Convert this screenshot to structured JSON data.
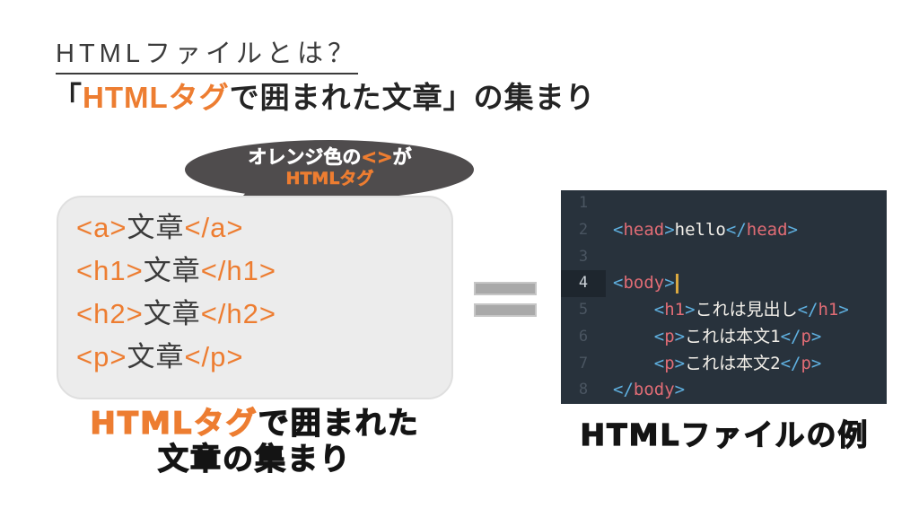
{
  "header": {
    "title": "HTMLファイルとは？",
    "subtitle_open": "「",
    "subtitle_highlight": "HTMLタグ",
    "subtitle_rest": "で囲まれた文章」の集まり"
  },
  "bubble": {
    "line1_before": "オレンジ色の",
    "line1_brackets": "<>",
    "line1_after": "が",
    "line2": "HTMLタグ"
  },
  "tag_box": {
    "lines": [
      {
        "open": "<a>",
        "body": "文章",
        "close": "</a>"
      },
      {
        "open": "<h1>",
        "body": "文章",
        "close": "</h1>"
      },
      {
        "open": "<h2>",
        "body": "文章",
        "close": "</h2>"
      },
      {
        "open": "<p>",
        "body": "文章",
        "close": "</p>"
      }
    ]
  },
  "editor": {
    "lines": [
      {
        "num": "1",
        "tokens": []
      },
      {
        "num": "2",
        "tokens": [
          {
            "text": "<",
            "color": "bracket"
          },
          {
            "text": "head",
            "color": "tag"
          },
          {
            "text": ">",
            "color": "bracket"
          },
          {
            "text": "hello",
            "color": "text"
          },
          {
            "text": "</",
            "color": "bracket"
          },
          {
            "text": "head",
            "color": "tag"
          },
          {
            "text": ">",
            "color": "bracket"
          }
        ]
      },
      {
        "num": "3",
        "tokens": []
      },
      {
        "num": "4",
        "current": true,
        "tokens": [
          {
            "text": "<",
            "color": "bracket"
          },
          {
            "text": "body",
            "color": "tag"
          },
          {
            "text": ">",
            "color": "bracket"
          },
          {
            "cursor": true
          }
        ]
      },
      {
        "num": "5",
        "tokens": [
          {
            "text": "    ",
            "color": "text"
          },
          {
            "text": "<",
            "color": "bracket"
          },
          {
            "text": "h1",
            "color": "tag"
          },
          {
            "text": ">",
            "color": "bracket"
          },
          {
            "text": "これは見出し",
            "color": "text"
          },
          {
            "text": "</",
            "color": "bracket"
          },
          {
            "text": "h1",
            "color": "tag"
          },
          {
            "text": ">",
            "color": "bracket"
          }
        ]
      },
      {
        "num": "6",
        "tokens": [
          {
            "text": "    ",
            "color": "text"
          },
          {
            "text": "<",
            "color": "bracket"
          },
          {
            "text": "p",
            "color": "tag"
          },
          {
            "text": ">",
            "color": "bracket"
          },
          {
            "text": "これは本文1",
            "color": "text"
          },
          {
            "text": "</",
            "color": "bracket"
          },
          {
            "text": "p",
            "color": "tag"
          },
          {
            "text": ">",
            "color": "bracket"
          }
        ]
      },
      {
        "num": "7",
        "tokens": [
          {
            "text": "    ",
            "color": "text"
          },
          {
            "text": "<",
            "color": "bracket"
          },
          {
            "text": "p",
            "color": "tag"
          },
          {
            "text": ">",
            "color": "bracket"
          },
          {
            "text": "これは本文2",
            "color": "text"
          },
          {
            "text": "</",
            "color": "bracket"
          },
          {
            "text": "p",
            "color": "tag"
          },
          {
            "text": ">",
            "color": "bracket"
          }
        ]
      },
      {
        "num": "8",
        "tokens": [
          {
            "text": "</",
            "color": "bracket"
          },
          {
            "text": "body",
            "color": "tag"
          },
          {
            "text": ">",
            "color": "bracket"
          }
        ]
      }
    ]
  },
  "captions": {
    "left_highlight": "HTMLタグ",
    "left_rest": "で囲まれた",
    "left_line2": "文章の集まり",
    "right": "HTMLファイルの例"
  },
  "colors": {
    "accent_orange": "#ED7D31",
    "bubble_bg": "#4F4C4D",
    "box_bg": "#ECECEC",
    "equals_bar": "#A9A9A9",
    "editor_bg": "#28323C",
    "editor_tag": "#E06C75",
    "editor_bracket": "#5FB0E0",
    "editor_text": "#F2EFE9",
    "editor_line_number": "#4A5561",
    "editor_cursor": "#DBA940"
  }
}
